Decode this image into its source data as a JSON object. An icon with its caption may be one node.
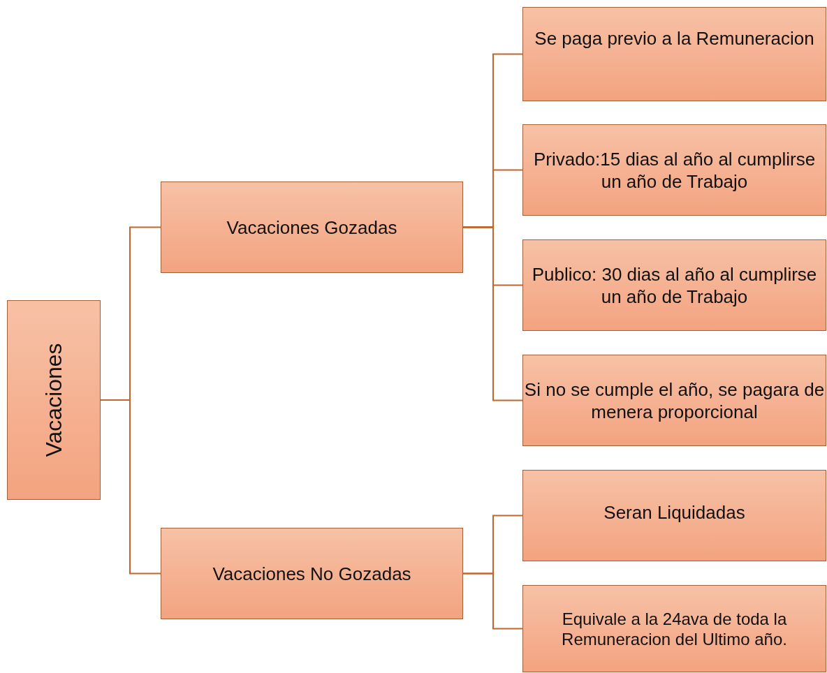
{
  "diagram": {
    "nodes": [
      {
        "text": [
          "Vacaciones"
        ]
      },
      {
        "text": [
          "Vacaciones Gozadas"
        ]
      },
      {
        "text": [
          "Vacaciones No Gozadas"
        ]
      },
      {
        "text": [
          "Se paga previo a la Remuneracion"
        ]
      },
      {
        "text": [
          "Privado:15 dias al año al cumplirse un año de Trabajo"
        ]
      },
      {
        "text": [
          "Publico: 30 dias al año al cumplirse un año de Trabajo"
        ]
      },
      {
        "text": [
          "Si no se cumple el año, se pagara de menera proporcional"
        ]
      },
      {
        "text": [
          "Seran Liquidadas"
        ]
      },
      {
        "text": [
          "Equivale a la 24ava de toda la Remuneracion del Ultimo año."
        ]
      }
    ],
    "edges": [
      {
        "from": 0,
        "to": 1,
        "arrow": "none"
      },
      {
        "from": 0,
        "to": 2,
        "arrow": "none"
      },
      {
        "from": 1,
        "to": 3,
        "arrow": "none"
      },
      {
        "from": 1,
        "to": 4,
        "arrow": "none"
      },
      {
        "from": 1,
        "to": 5,
        "arrow": "none"
      },
      {
        "from": 1,
        "to": 6,
        "arrow": "none"
      },
      {
        "from": 2,
        "to": 7,
        "arrow": "none"
      },
      {
        "from": 2,
        "to": 8,
        "arrow": "none"
      }
    ]
  }
}
